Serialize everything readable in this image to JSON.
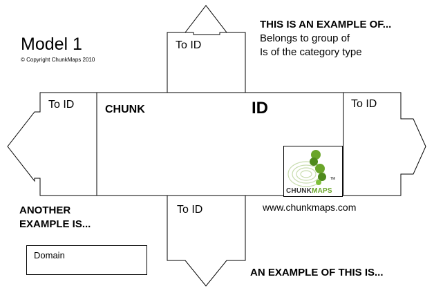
{
  "title": "Model 1",
  "copyright": "© Copyright ChunkMaps 2010",
  "connectors": {
    "top": "To ID",
    "left": "To ID",
    "right": "To ID",
    "bottom": "To ID"
  },
  "top_right": {
    "heading": "THIS IS AN EXAMPLE OF...",
    "line1": "Belongs to group of",
    "line2": "Is of the category type"
  },
  "chunk": {
    "label": "CHUNK",
    "id": "ID"
  },
  "logo": {
    "text_part1": "CHUNK",
    "text_part2": "MAPS",
    "tm": "TM",
    "colors": {
      "green": "#6aa52a",
      "dark": "#333333"
    }
  },
  "another_example": {
    "line1": "ANOTHER",
    "line2": "EXAMPLE IS..."
  },
  "domain": "Domain",
  "url": "www.chunkmaps.com",
  "bottom_heading": "AN EXAMPLE OF THIS IS..."
}
